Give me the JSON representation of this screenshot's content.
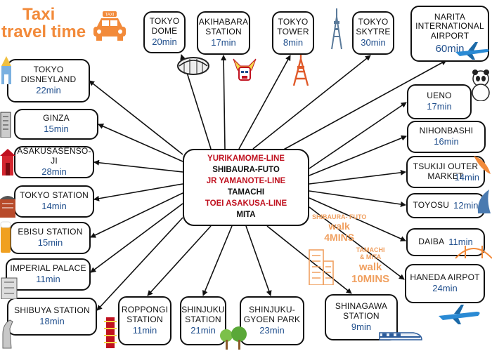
{
  "title": {
    "line1": "Taxi",
    "line2": "travel time"
  },
  "taxi_sign": "TAXI",
  "center": {
    "lines": [
      {
        "text": "YURIKAMOME-LINE",
        "color": "#c0111f"
      },
      {
        "text": "SHIBAURA-FUTO",
        "color": "#111111"
      },
      {
        "text": "JR YAMANOTE-LINE",
        "color": "#c0111f"
      },
      {
        "text": "TAMACHI",
        "color": "#111111"
      },
      {
        "text": "TOEI ASAKUSA-LINE",
        "color": "#c0111f"
      },
      {
        "text": "MITA",
        "color": "#111111"
      }
    ]
  },
  "destinations": {
    "tokyo_dome": {
      "name": "TOKYO\nDOME",
      "time": "20min"
    },
    "akihabara": {
      "name": "AKIHABARA\nSTATION",
      "time": "17min"
    },
    "tokyo_tower": {
      "name": "TOKYO\nTOWER",
      "time": "8min"
    },
    "tokyo_skytree": {
      "name": "TOKYO\nSKYTRE",
      "time": "30min"
    },
    "narita": {
      "name": "NARITA\nINTERNATIONAL\nAIRPORT",
      "time": "60min"
    },
    "disneyland": {
      "name": "TOKYO\nDISNEYLAND",
      "time": "22min"
    },
    "ginza": {
      "name": "GINZA",
      "time": "15min"
    },
    "asakusa": {
      "name": "ASAKUSASENSO-JI",
      "time": "28min"
    },
    "tokyo_station": {
      "name": "TOKYO STATION",
      "time": "14min"
    },
    "ebisu": {
      "name": "EBISU STATION",
      "time": "15min"
    },
    "imperial_palace": {
      "name": "IMPERIAL PALACE",
      "time": "11min"
    },
    "shibuya": {
      "name": "SHIBUYA STATION",
      "time": "18min"
    },
    "roppongi": {
      "name": "ROPPONGI\nSTATION",
      "time": "11min"
    },
    "shinjuku": {
      "name": "SHINJUKU\nSTATION",
      "time": "21min"
    },
    "shinjuku_gyoen": {
      "name": "SHINJUKU-\nGYOEN PARK",
      "time": "23min"
    },
    "shinagawa": {
      "name": "SHINAGAWA\nSTATION",
      "time": "9min"
    },
    "ueno": {
      "name": "UENO",
      "time": "17min"
    },
    "nihonbashi": {
      "name": "NIHONBASHI",
      "time": "16min"
    },
    "tsukiji": {
      "name": "TSUKIJI OUTER\nMARKET",
      "time": "14min"
    },
    "toyosu": {
      "name": "TOYOSU",
      "time": "12min"
    },
    "daiba": {
      "name": "DAIBA",
      "time": "11min"
    },
    "haneda": {
      "name": "HANEDA AIRPOT",
      "time": "24min"
    }
  },
  "walk": {
    "shibaura": {
      "station": "SHIBAURA- FUTO",
      "label": "walk\n4MINS"
    },
    "tamachi": {
      "station": "TAMACHI\n& MITA",
      "label": "walk\n10MINS"
    }
  },
  "colors": {
    "accent": "#f28a3a",
    "time": "#1f4e8c",
    "line": "#c0111f",
    "walk": "#f0a060"
  },
  "icons": [
    "taxi-icon",
    "dome-icon",
    "robot-icon",
    "tokyo-tower-icon",
    "skytree-icon",
    "airplane-icon",
    "castle-icon",
    "building-icon",
    "temple-icon",
    "station-icon",
    "beer-icon",
    "palace-icon",
    "hachiko-icon",
    "pagoda-icon",
    "tree-icon",
    "train-icon",
    "panda-icon",
    "fish-icon",
    "dolphin-icon",
    "bridge-icon",
    "office-building-icon"
  ]
}
